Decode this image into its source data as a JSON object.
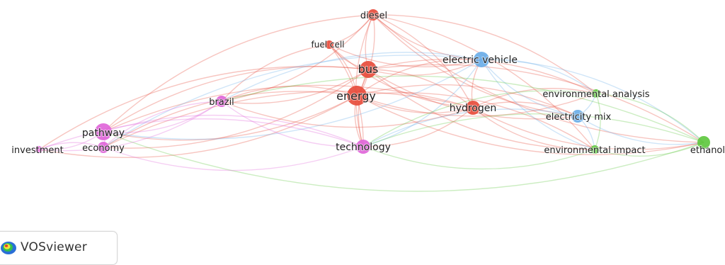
{
  "network": {
    "colors": {
      "red": "#e74c3c",
      "pink": "#e066d9",
      "blue": "#6aaee8",
      "green": "#5fc840"
    },
    "nodes": [
      {
        "id": "diesel",
        "label": "diesel",
        "cluster": "red"
      },
      {
        "id": "fuel-cell",
        "label": "fuel cell",
        "cluster": "red"
      },
      {
        "id": "bus",
        "label": "bus",
        "cluster": "red"
      },
      {
        "id": "energy",
        "label": "energy",
        "cluster": "red"
      },
      {
        "id": "hydrogen",
        "label": "hydrogen",
        "cluster": "red"
      },
      {
        "id": "electric-vehicle",
        "label": "electric vehicle",
        "cluster": "blue"
      },
      {
        "id": "electricity-mix",
        "label": "electricity mix",
        "cluster": "blue"
      },
      {
        "id": "environmental-analysis",
        "label": "environmental analysis",
        "cluster": "green"
      },
      {
        "id": "environmental-impact",
        "label": "environmental impact",
        "cluster": "green"
      },
      {
        "id": "ethanol",
        "label": "ethanol",
        "cluster": "green"
      },
      {
        "id": "brazil",
        "label": "brazil",
        "cluster": "pink"
      },
      {
        "id": "pathway",
        "label": "pathway",
        "cluster": "pink"
      },
      {
        "id": "economy",
        "label": "economy",
        "cluster": "pink"
      },
      {
        "id": "investment",
        "label": "investment",
        "cluster": "pink"
      },
      {
        "id": "technology",
        "label": "technology",
        "cluster": "pink"
      }
    ],
    "links": [
      [
        "diesel",
        "fuel-cell"
      ],
      [
        "diesel",
        "bus"
      ],
      [
        "diesel",
        "energy"
      ],
      [
        "diesel",
        "hydrogen"
      ],
      [
        "diesel",
        "electric-vehicle"
      ],
      [
        "diesel",
        "technology"
      ],
      [
        "diesel",
        "ethanol"
      ],
      [
        "diesel",
        "environmental-analysis"
      ],
      [
        "diesel",
        "electricity-mix"
      ],
      [
        "diesel",
        "environmental-impact"
      ],
      [
        "diesel",
        "brazil"
      ],
      [
        "diesel",
        "pathway"
      ],
      [
        "fuel-cell",
        "bus"
      ],
      [
        "fuel-cell",
        "energy"
      ],
      [
        "fuel-cell",
        "hydrogen"
      ],
      [
        "fuel-cell",
        "technology"
      ],
      [
        "fuel-cell",
        "electric-vehicle"
      ],
      [
        "fuel-cell",
        "brazil"
      ],
      [
        "bus",
        "energy"
      ],
      [
        "bus",
        "hydrogen"
      ],
      [
        "bus",
        "electric-vehicle"
      ],
      [
        "bus",
        "technology"
      ],
      [
        "bus",
        "electricity-mix"
      ],
      [
        "bus",
        "environmental-analysis"
      ],
      [
        "bus",
        "environmental-impact"
      ],
      [
        "bus",
        "ethanol"
      ],
      [
        "bus",
        "brazil"
      ],
      [
        "bus",
        "pathway"
      ],
      [
        "bus",
        "economy"
      ],
      [
        "bus",
        "investment"
      ],
      [
        "energy",
        "hydrogen"
      ],
      [
        "energy",
        "electric-vehicle"
      ],
      [
        "energy",
        "technology"
      ],
      [
        "energy",
        "electricity-mix"
      ],
      [
        "energy",
        "environmental-analysis"
      ],
      [
        "energy",
        "environmental-impact"
      ],
      [
        "energy",
        "ethanol"
      ],
      [
        "energy",
        "brazil"
      ],
      [
        "energy",
        "pathway"
      ],
      [
        "energy",
        "economy"
      ],
      [
        "energy",
        "investment"
      ],
      [
        "hydrogen",
        "electric-vehicle"
      ],
      [
        "hydrogen",
        "technology"
      ],
      [
        "hydrogen",
        "electricity-mix"
      ],
      [
        "hydrogen",
        "environmental-impact"
      ],
      [
        "hydrogen",
        "environmental-analysis"
      ],
      [
        "hydrogen",
        "ethanol"
      ],
      [
        "hydrogen",
        "pathway"
      ],
      [
        "hydrogen",
        "brazil"
      ],
      [
        "hydrogen",
        "economy"
      ],
      [
        "electric-vehicle",
        "electricity-mix"
      ],
      [
        "electric-vehicle",
        "environmental-analysis"
      ],
      [
        "electric-vehicle",
        "environmental-impact"
      ],
      [
        "electric-vehicle",
        "ethanol"
      ],
      [
        "electric-vehicle",
        "technology"
      ],
      [
        "electric-vehicle",
        "brazil"
      ],
      [
        "electric-vehicle",
        "pathway"
      ],
      [
        "electric-vehicle",
        "economy"
      ],
      [
        "electricity-mix",
        "environmental-analysis"
      ],
      [
        "electricity-mix",
        "environmental-impact"
      ],
      [
        "electricity-mix",
        "ethanol"
      ],
      [
        "electricity-mix",
        "technology"
      ],
      [
        "environmental-analysis",
        "environmental-impact"
      ],
      [
        "environmental-analysis",
        "ethanol"
      ],
      [
        "environmental-impact",
        "ethanol"
      ],
      [
        "environmental-analysis",
        "technology"
      ],
      [
        "environmental-impact",
        "technology"
      ],
      [
        "ethanol",
        "technology"
      ],
      [
        "ethanol",
        "pathway"
      ],
      [
        "ethanol",
        "brazil"
      ],
      [
        "technology",
        "brazil"
      ],
      [
        "technology",
        "pathway"
      ],
      [
        "technology",
        "economy"
      ],
      [
        "technology",
        "investment"
      ],
      [
        "brazil",
        "pathway"
      ],
      [
        "brazil",
        "economy"
      ],
      [
        "brazil",
        "investment"
      ],
      [
        "pathway",
        "economy"
      ],
      [
        "pathway",
        "investment"
      ],
      [
        "economy",
        "investment"
      ]
    ]
  },
  "watermark": {
    "text": "VOSviewer",
    "icon": "vosviewer-logo-icon"
  }
}
